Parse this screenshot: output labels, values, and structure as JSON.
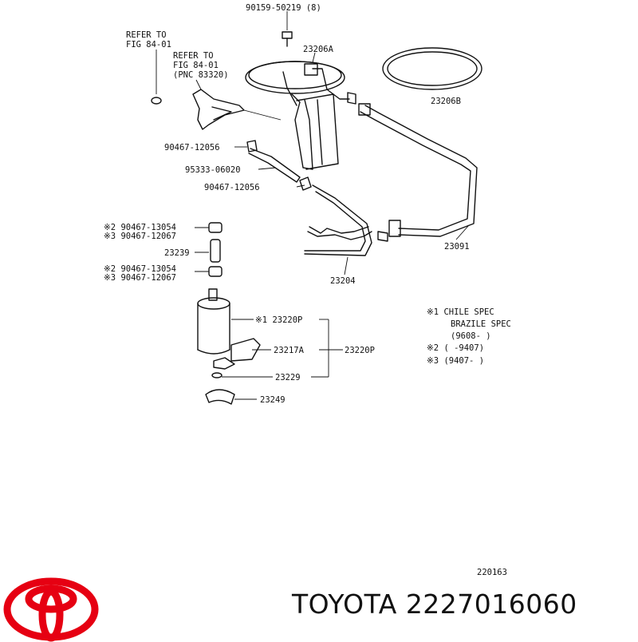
{
  "labels": {
    "bolt": "90159-50219 (8)",
    "refer1_line1": "REFER TO",
    "refer1_line2": "FIG 84-01",
    "refer2_line1": "REFER TO",
    "refer2_line2": "FIG 84-01",
    "refer2_line3": "(PNC 83320)",
    "p23206A": "23206A",
    "p23206B": "23206B",
    "clip1": "90467-12056",
    "hose1": "95333-06020",
    "clip2": "90467-12056",
    "a2_top": "※2 90467-13054",
    "a3_top": "※3 90467-12067",
    "p23239": "23239",
    "a2_bot": "※2 90467-13054",
    "a3_bot": "※3 90467-12067",
    "p23091": "23091",
    "p23204": "23204",
    "p23220P_a": "※1 23220P",
    "p23217A": "23217A",
    "p23220P_b": "23220P",
    "p23229": "23229",
    "p23249": "23249",
    "note1_line1": "※1 CHILE SPEC",
    "note1_line2": "BRAZILE SPEC",
    "note1_line3": "(9608-      )",
    "note2": "※2 (      -9407)",
    "note3": "※3 (9407-      )",
    "diagram_id": "220163"
  },
  "brand": {
    "text": "TOYOTA 2227016060",
    "logo_color": "#e60012"
  }
}
